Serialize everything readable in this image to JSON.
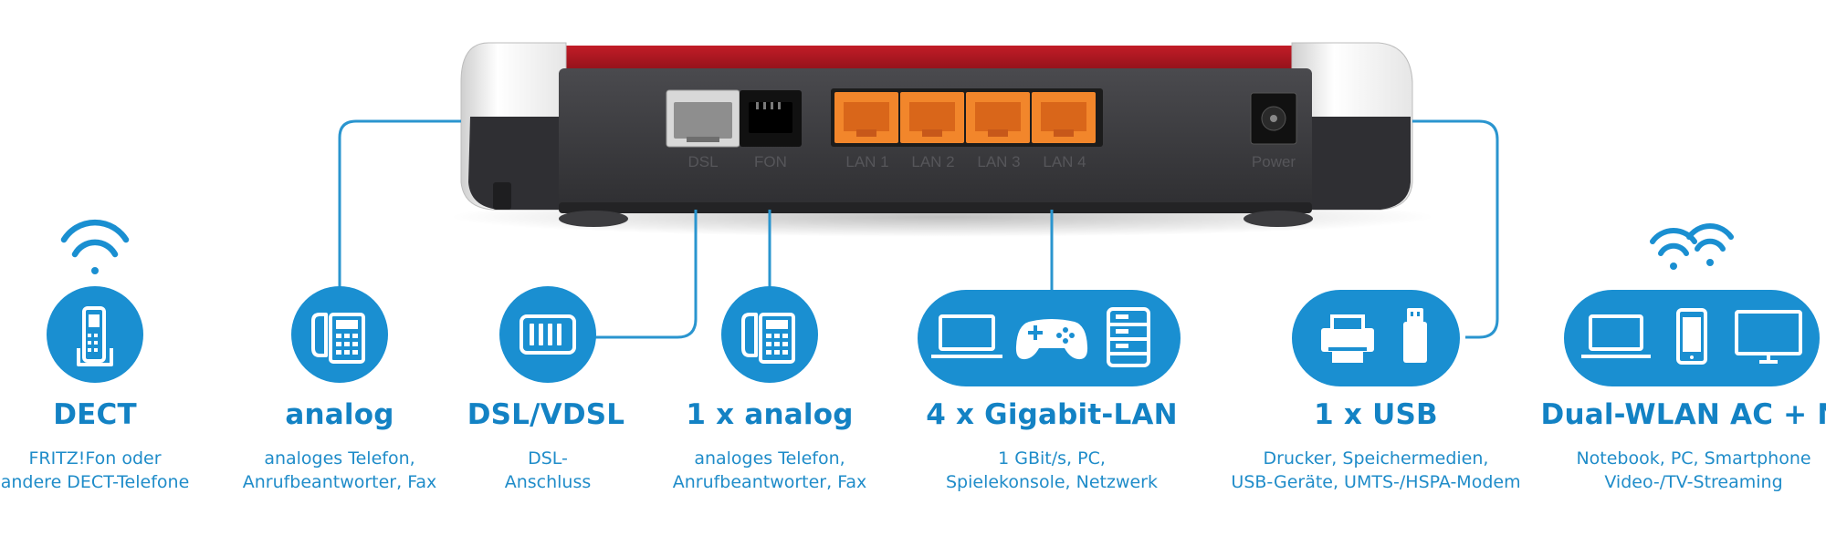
{
  "colors": {
    "brand_blue": "#1a8fd1",
    "line_blue": "#2a95cf",
    "text_blue": "#1382c4",
    "router_body": "#3a3a3d",
    "router_red": "#a4141e",
    "port_orange": "#f2862b"
  },
  "router": {
    "port_labels": {
      "dsl": "DSL",
      "fon": "FON",
      "lan1": "LAN 1",
      "lan2": "LAN 2",
      "lan3": "LAN 3",
      "lan4": "LAN 4",
      "power": "Power"
    }
  },
  "features": [
    {
      "title": "DECT",
      "line1": "FRITZ!Fon oder",
      "line2": "andere DECT-Telefone",
      "icons": [
        "wifi-icon",
        "cordless-phone-icon"
      ]
    },
    {
      "title": "analog",
      "line1": "analoges Telefon,",
      "line2": "Anrufbeantworter, Fax",
      "icons": [
        "desk-phone-icon"
      ]
    },
    {
      "title": "DSL/VDSL",
      "line1": "DSL-",
      "line2": "Anschluss",
      "icons": [
        "dsl-modem-icon"
      ]
    },
    {
      "title": "1 x analog",
      "line1": "analoges Telefon,",
      "line2": "Anrufbeantworter, Fax",
      "icons": [
        "desk-phone-icon"
      ]
    },
    {
      "title": "4 x Gigabit-LAN",
      "line1": "1 GBit/s, PC,",
      "line2": "Spielekonsole, Netzwerk",
      "icons": [
        "laptop-icon",
        "gamepad-icon",
        "server-icon"
      ]
    },
    {
      "title": "1 x USB",
      "line1": "Drucker, Speichermedien,",
      "line2": "USB-Geräte, UMTS-/HSPA-Modem",
      "icons": [
        "printer-icon",
        "usb-stick-icon"
      ]
    },
    {
      "title": "Dual-WLAN AC + N",
      "line1": "Notebook, PC, Smartphone",
      "line2": "Video-/TV-Streaming",
      "icons": [
        "wifi-dual-icon",
        "laptop-icon",
        "smartphone-icon",
        "monitor-icon"
      ]
    }
  ]
}
